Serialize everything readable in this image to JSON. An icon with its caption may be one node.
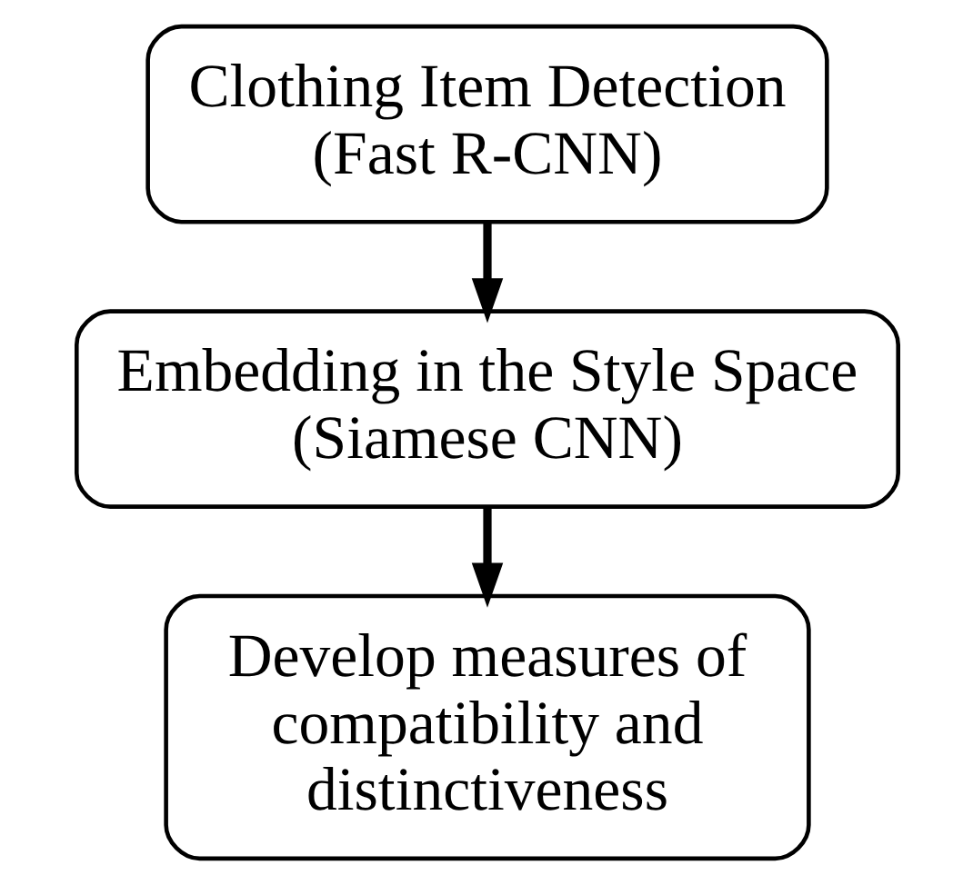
{
  "diagram": {
    "nodes": [
      {
        "text": [
          "Clothing Item Detection",
          "(Fast R-CNN)"
        ]
      },
      {
        "text": [
          "Embedding in the Style Space",
          "(Siamese CNN)"
        ]
      },
      {
        "text": [
          "Develop measures of compatibility and distinctiveness"
        ]
      }
    ],
    "edges": [
      {
        "from": 0,
        "to": 1,
        "arrow": "to"
      },
      {
        "from": 1,
        "to": 2,
        "arrow": "to"
      }
    ]
  }
}
